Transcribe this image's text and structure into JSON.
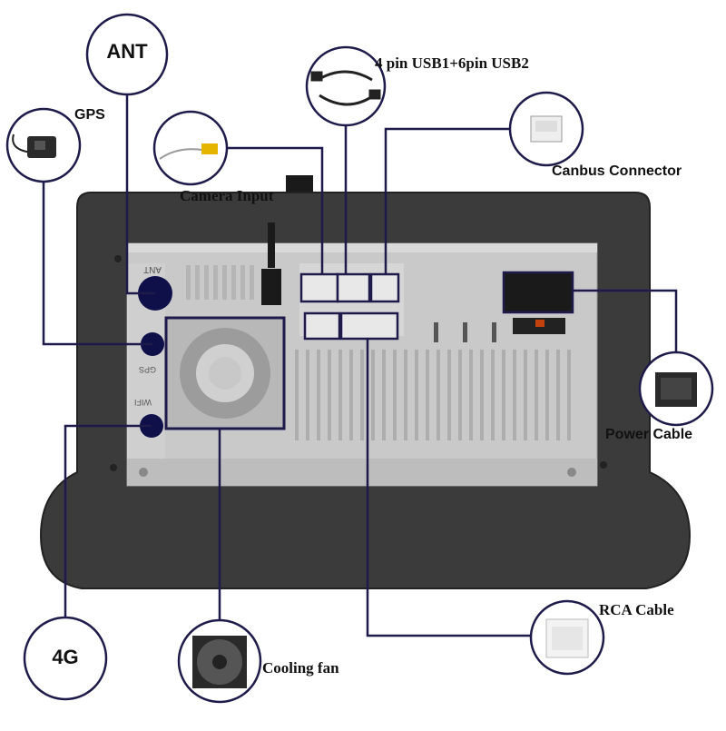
{
  "labels": {
    "ant": "ANT",
    "gps": "GPS",
    "usb": "4 pin USB1+6pin USB2",
    "camera": "Camera Input",
    "canbus": "Canbus Connector",
    "power": "Power Cable",
    "rca": "RCA Cable",
    "g4": "4G",
    "fan": "Cooling fan"
  },
  "device_text": {
    "ant_port": "ANT",
    "gps_port": "GPS",
    "wifi_port": "WIFI"
  },
  "colors": {
    "line": "#1e1b4b",
    "housing": "#3a3a3a",
    "plate": "#c8c8c8",
    "port_fill": "#0f0f4a"
  }
}
